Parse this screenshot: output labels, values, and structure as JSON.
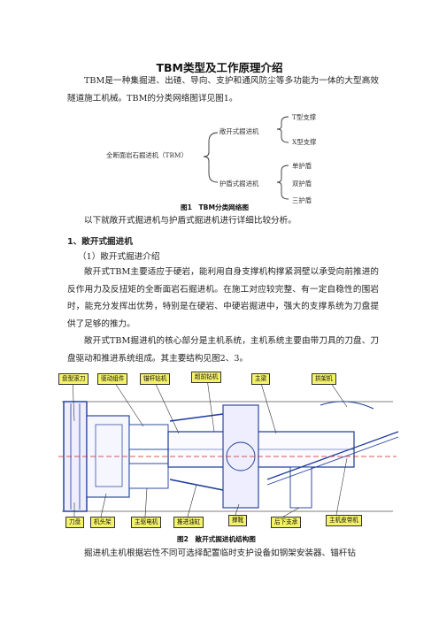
{
  "title": "TBM类型及工作原理介绍",
  "intro": "TBM是一种集掘进、出碴、导向、支护和通风防尘等多功能为一体的大型高效隧道施工机械。TBM的分类网络图详见图1。",
  "tree": {
    "root": "全断面岩石掘进机（TBM）",
    "branch1": "敞开式掘进机",
    "branch1_leaves": [
      "T型支撑",
      "X型支撑"
    ],
    "branch2": "护盾式掘进机",
    "branch2_leaves": [
      "单护盾",
      "双护盾",
      "三护盾"
    ]
  },
  "fig1_caption": "图1　TBM分类网络图",
  "compare_line": "以下就敞开式掘进机与护盾式掘进机进行详细比较分析。",
  "section1_heading": "1、敞开式掘进机",
  "section1_sub": "（1）敞开式掘进介绍",
  "para1": "敞开式TBM主要适应于硬岩，能利用自身支撑机构撑紧洞壁以承受向前推进的反作用力及反扭矩的全断面岩石掘进机。在施工对应较完整、有一定自稳性的围岩时，能充分发挥出优势，特别是在硬岩、中硬岩掘进中，强大的支撑系统为刀盘提供了足够的推力。",
  "para2": "敞开式TBM掘进机的核心部分是主机系统，主机系统主要由带刀具的刀盘、刀盘驱动和推进系统组成。其主要结构见图2、3。",
  "fig2_top_tags": [
    "盘型滚刀",
    "驱动组件",
    "锚杆钻机",
    "超前钻机",
    "主梁",
    "拱架机"
  ],
  "fig2_bottom_tags": [
    "刀盘",
    "机头架",
    "主驱电机",
    "推进油缸",
    "撑靴",
    "后下支承",
    "主机皮带机"
  ],
  "fig2_caption": "图2　敞开式掘进机结构图",
  "last_line": "掘进机主机根据岩性不同可选择配置临时支护设备如钢架安装器、锚杆钻"
}
